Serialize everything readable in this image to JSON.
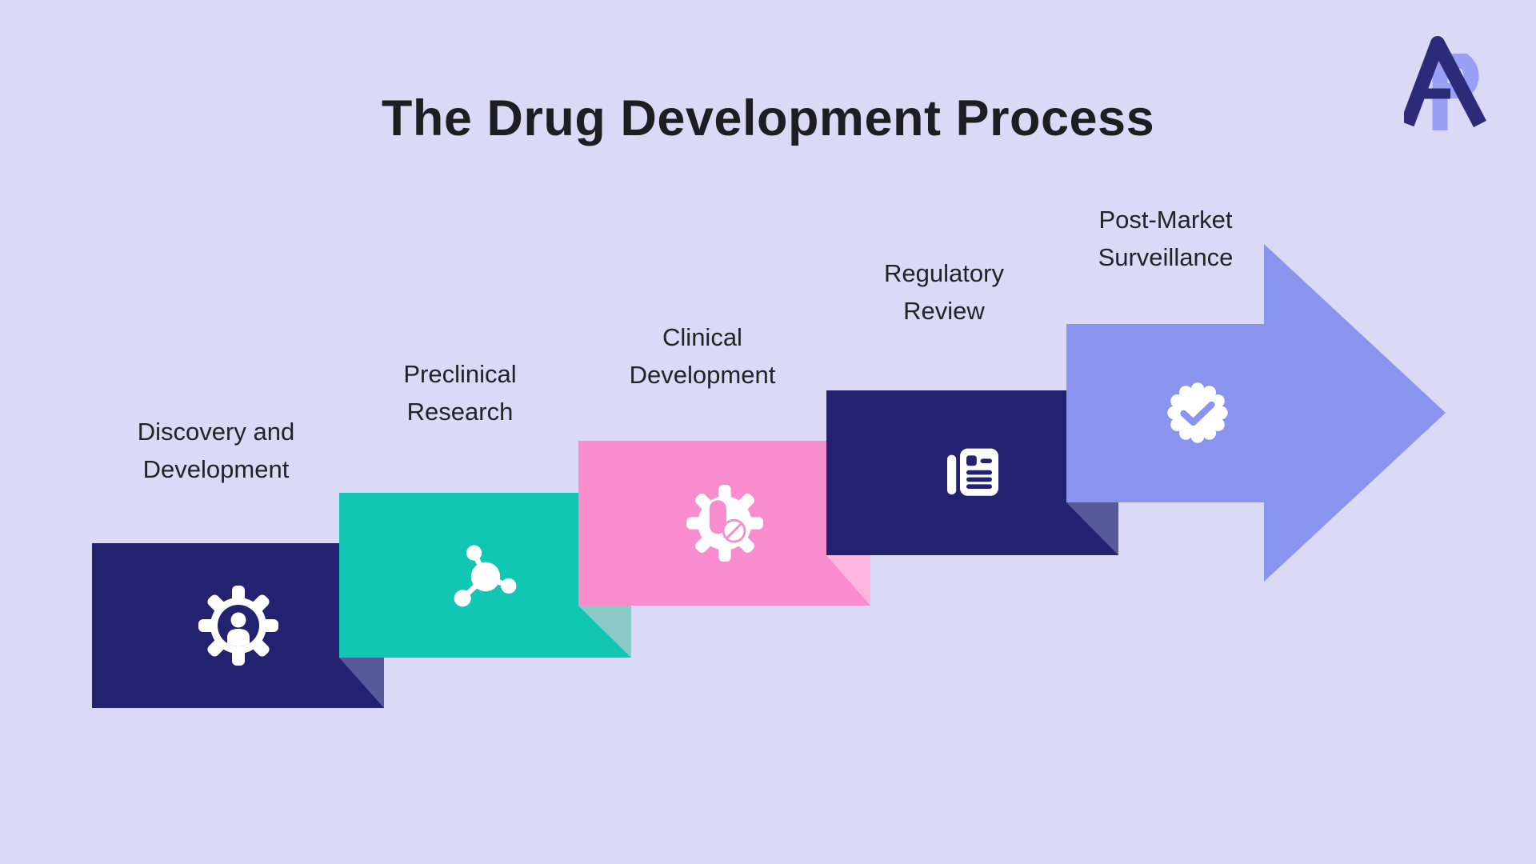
{
  "page": {
    "title": "The Drug Development Process",
    "background_color": "#dadaf7",
    "title_color": "#1d1d22",
    "label_color": "#222228"
  },
  "logo": {
    "monogram": "AP",
    "a_color": "#2b2b7a",
    "p_color": "#97a0f4"
  },
  "steps": [
    {
      "name": "Discovery and Development",
      "label_lines": [
        "Discovery and",
        "Development"
      ],
      "box_color": "#232270",
      "fold_color": "#565a9b",
      "icon": "gear-person-icon",
      "icon_color": "#ffffff"
    },
    {
      "name": "Preclinical Research",
      "label_lines": [
        "Preclinical",
        "Research"
      ],
      "box_color": "#11c7b4",
      "fold_color": "#8ccac8",
      "icon": "molecule-icon",
      "icon_color": "#ffffff"
    },
    {
      "name": "Clinical Development",
      "label_lines": [
        "Clinical",
        "Development"
      ],
      "box_color": "#f88ccd",
      "fold_color": "#fbb5de",
      "icon": "gear-pill-icon",
      "icon_color": "#ffffff"
    },
    {
      "name": "Regulatory Review",
      "label_lines": [
        "Regulatory",
        "Review"
      ],
      "box_color": "#232270",
      "fold_color": "#565a9b",
      "icon": "newspaper-icon",
      "icon_color": "#ffffff"
    },
    {
      "name": "Post-Market Surveillance",
      "label_lines": [
        "Post-Market",
        "Surveillance"
      ],
      "box_color": "#8894ee",
      "shape": "arrow",
      "icon": "verified-badge-icon",
      "icon_color": "#ffffff",
      "check_color": "#8894ee"
    }
  ]
}
